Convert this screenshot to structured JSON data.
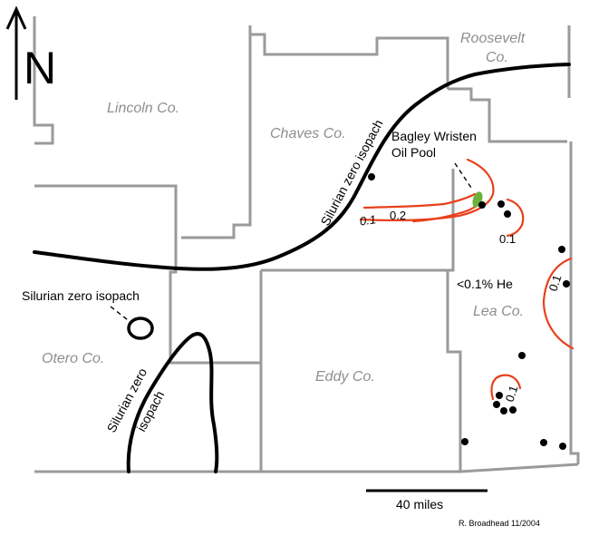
{
  "north_arrow": {
    "letter": "N"
  },
  "counties": {
    "roosevelt_1": "Roosevelt",
    "roosevelt_2": "Co.",
    "lincoln": "Lincoln Co.",
    "chaves": "Chaves Co.",
    "otero": "Otero Co.",
    "eddy": "Eddy Co.",
    "lea": "Lea Co."
  },
  "labels": {
    "isopach_north": "Silurian zero isopach",
    "isopach_west": "Silurian zero isopach",
    "isopach_south_1": "Silurian zero",
    "isopach_south_2": "isopach",
    "pool_1": "Bagley Wristen",
    "pool_2": "Oil Pool",
    "helium": "<0.1% He"
  },
  "contours": {
    "c1": "0.2",
    "c2": "0.1",
    "c3": "0.1",
    "c4": "0.1",
    "c5": "0.1"
  },
  "scale_bar": {
    "label": "40 miles"
  },
  "credit": "R. Broadhead 11/2004",
  "colors": {
    "county_line": "#9a9a9a",
    "isopach": "#000000",
    "contour": "#e8401c",
    "pool": "#6ab23a",
    "well": "#000000"
  }
}
